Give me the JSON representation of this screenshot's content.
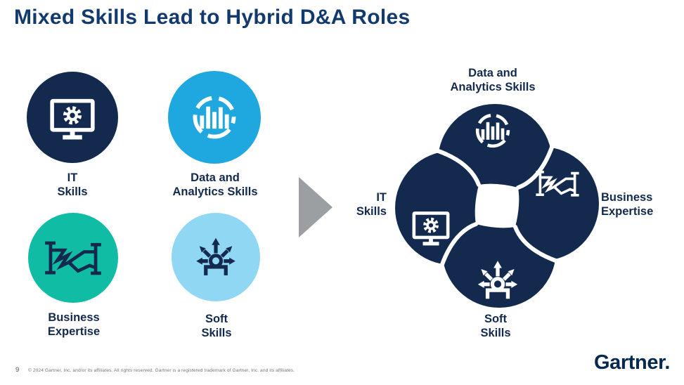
{
  "title": "Mixed Skills Lead to Hybrid D&A Roles",
  "skills": {
    "it": {
      "line1": "IT",
      "line2": "Skills"
    },
    "data_analytics": {
      "line1": "Data and",
      "line2": "Analytics Skills"
    },
    "business": {
      "line1": "Business",
      "line2": "Expertise"
    },
    "soft": {
      "line1": "Soft",
      "line2": "Skills"
    }
  },
  "colors": {
    "navy": "#132a4e",
    "title_navy": "#123a6e",
    "blue": "#1fa7e0",
    "teal": "#10bca4",
    "light_blue": "#90d7f4",
    "arrow_gray": "#9c9fa1",
    "footer_gray": "#6f787b",
    "logo_navy": "#04294e"
  },
  "icons": {
    "it": "monitor-gear-icon",
    "data_analytics": "chart-donut-icon",
    "business": "handshake-icon",
    "soft": "person-arrows-icon",
    "transform": "right-arrow-icon"
  },
  "footer": {
    "page_number": "9",
    "copyright": "© 2024 Gartner, Inc. and/or its affiliates. All rights reserved. Gartner is a registered trademark of Gartner, Inc. and its affiliates.",
    "logo_text": "Gartner."
  }
}
